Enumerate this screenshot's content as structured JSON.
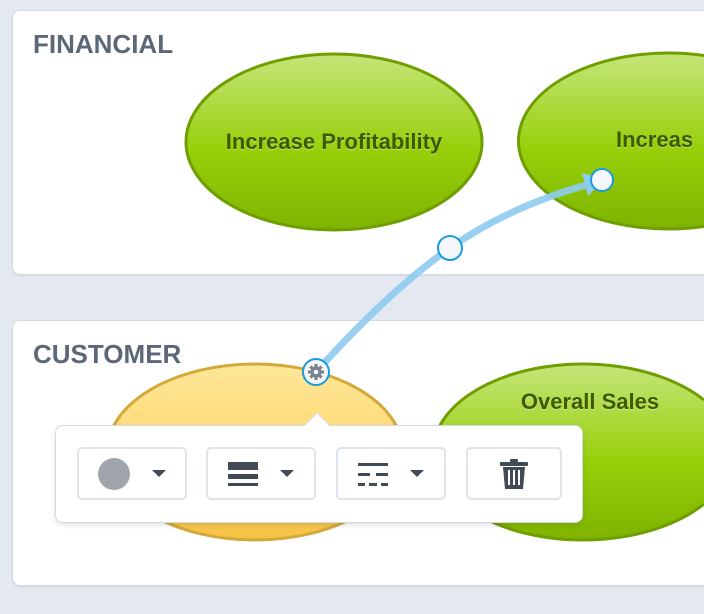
{
  "sections": [
    {
      "title": "FINANCIAL"
    },
    {
      "title": "CUSTOMER"
    }
  ],
  "objectives": {
    "increase_profitability": "Increase Profitability",
    "financial_right": "Increas",
    "customer_right": "Overall Sales"
  },
  "colors": {
    "green": "#8dc400",
    "yellow": "#fdd565",
    "link": "#8ecbf0",
    "handle": "#1a9be0"
  },
  "toolbar": {
    "buttons": [
      {
        "name": "color",
        "icon": "circle-icon",
        "value": "#a0a5ab"
      },
      {
        "name": "line-weight",
        "icon": "line-weight-icon"
      },
      {
        "name": "line-style",
        "icon": "dash-style-icon"
      },
      {
        "name": "delete",
        "icon": "trash-icon"
      }
    ]
  }
}
